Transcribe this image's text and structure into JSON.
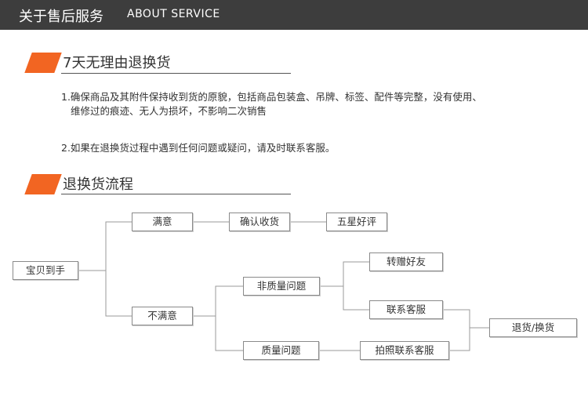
{
  "header": {
    "title_cn": "关于售后服务",
    "title_en": "ABOUT SERVICE"
  },
  "colors": {
    "header_bg": "#3d3d3d",
    "accent": "#f26522"
  },
  "policy": {
    "title": "7天无理由退换货",
    "item1_line1": "1.确保商品及其附件保持收到货的原貌，包括商品包装盒、吊牌、标签、配件等完整，没有使用、",
    "item1_line2": "维修过的痕迹、无人为损坏，不影响二次销售",
    "item2": "2.如果在退换货过程中遇到任何问题或疑问，请及时联系客服。"
  },
  "process": {
    "title": "退换货流程",
    "nodes": {
      "received": "宝贝到手",
      "satisfied": "满意",
      "confirm": "确认收货",
      "five_star": "五星好评",
      "unsatisfied": "不满意",
      "non_quality": "非质量问题",
      "gift_friend": "转赠好友",
      "contact_service": "联系客服",
      "quality": "质量问题",
      "photo_contact": "拍照联系客服",
      "return_exchange": "退货/换货"
    }
  }
}
